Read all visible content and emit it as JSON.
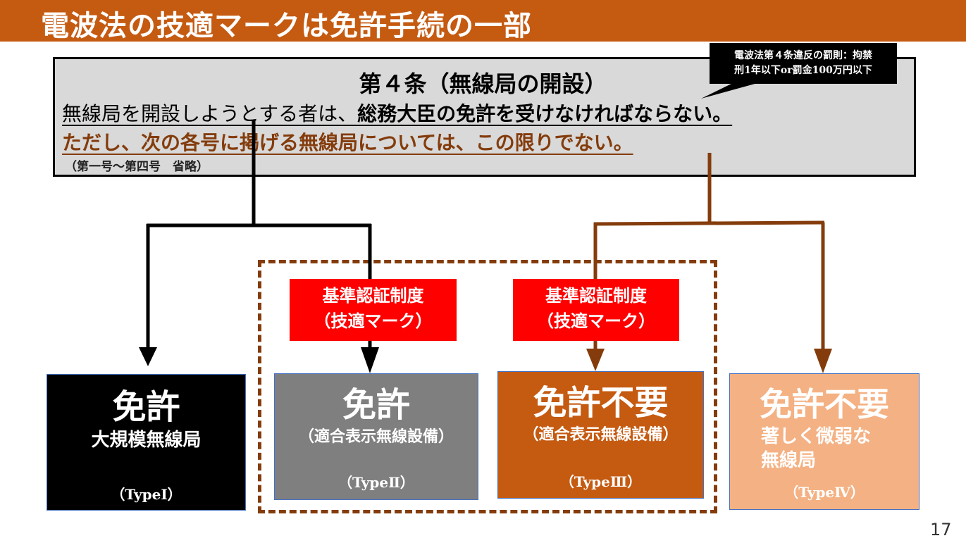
{
  "title": "電波法の技適マークは免許手続の一部",
  "article": {
    "heading": "第４条（無線局の開設）",
    "line1_plain": "無線局を開設しようとする者は、",
    "line1_bold": "総務大臣の免許を受けなければならない。",
    "line2": "ただし、次の各号に掲げる無線局については、この限りでない。",
    "line3": "（第一号～第四号　省略）"
  },
  "callout": {
    "line1": "電波法第４条違反の罰則：拘禁",
    "line2": "刑1年以下or罰金100万円以下"
  },
  "labels": [
    {
      "line1": "基準認証制度",
      "line2": "（技適マーク）"
    },
    {
      "line1": "基準認証制度",
      "line2": "（技適マーク）"
    }
  ],
  "boxes": [
    {
      "main": "免許",
      "sub": "大規模無線局",
      "type": "（TypeⅠ）"
    },
    {
      "main": "免許",
      "sub": "（適合表示無線設備）",
      "type": "（TypeⅡ）"
    },
    {
      "main": "免許不要",
      "sub": "（適合表示無線設備）",
      "type": "（TypeⅢ）"
    },
    {
      "main": "免許不要",
      "sub1": "著しく微弱な",
      "sub2": "無線局",
      "type": "（TypeⅣ）"
    }
  ],
  "colors": {
    "title_bar": "#c55a11",
    "brown": "#843c0c",
    "red_label": "#ff0000",
    "box_gray": "#7f7f7f",
    "box_orange": "#c55a11",
    "box_peach": "#f4b183"
  },
  "page_number": "17"
}
